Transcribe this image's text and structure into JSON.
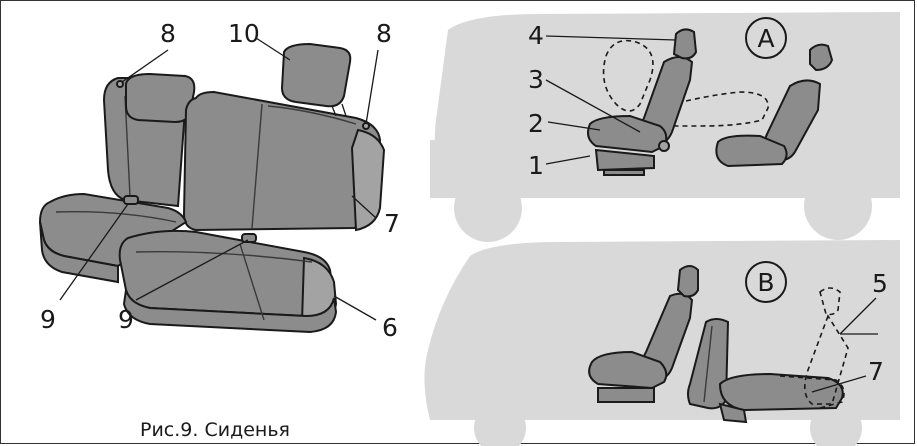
{
  "caption": "Рис.9. Сиденья",
  "callouts": {
    "left": {
      "c8a": "8",
      "c10": "10",
      "c8b": "8",
      "c7": "7",
      "c9a": "9",
      "c9b": "9",
      "c6": "6"
    },
    "panel_a": {
      "mark": "A",
      "c4": "4",
      "c3": "3",
      "c2": "2",
      "c1": "1"
    },
    "panel_b": {
      "mark": "B",
      "c5": "5",
      "c7": "7"
    }
  },
  "colors": {
    "car_silhouette": "#d9d9d9",
    "upholstery": "#8c8c8c",
    "outline": "#1a1a1a"
  }
}
